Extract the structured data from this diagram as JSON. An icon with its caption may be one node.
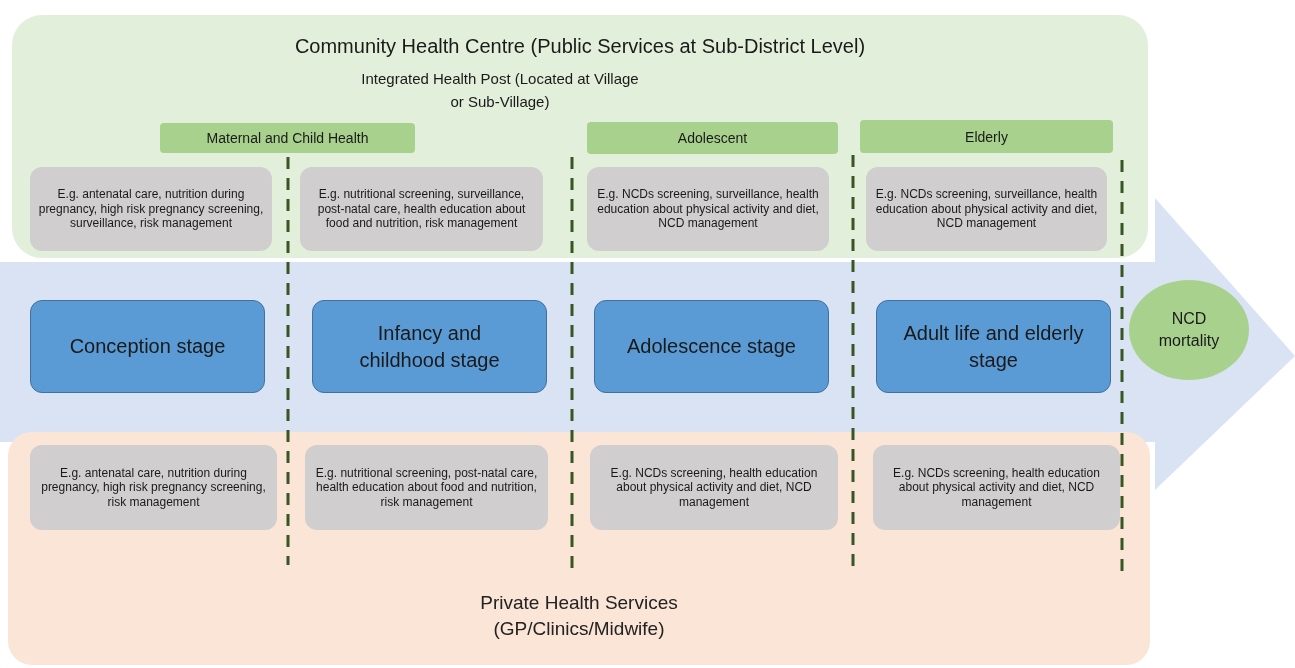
{
  "diagram": {
    "nodes": [
      {
        "text": [
          "Community Health Centre (Public Services at Sub-District Level)",
          "Integrated Health Post (Located at Village or Sub-Village)"
        ]
      },
      {
        "text": [
          "Maternal and Child Health"
        ],
        "in": 0
      },
      {
        "text": [
          "Adolescent"
        ],
        "in": 0
      },
      {
        "text": [
          "Elderly"
        ],
        "in": 0
      },
      {
        "text": [
          "E.g. antenatal care, nutrition during pregnancy, high risk pregnancy screening, surveillance, risk management"
        ],
        "in": 0
      },
      {
        "text": [
          "E.g. nutritional screening, surveillance, post-natal care, health education about food and nutrition, risk management"
        ],
        "in": 0
      },
      {
        "text": [
          "E.g. NCDs screening, surveillance, health education about physical activity and diet, NCD management"
        ],
        "in": 0
      },
      {
        "text": [
          "E.g. NCDs screening, surveillance, health education about physical activity and diet, NCD management"
        ],
        "in": 0
      },
      {
        "text": [],
        "shape": "arrow"
      },
      {
        "text": [
          "Conception stage"
        ],
        "in": 8
      },
      {
        "text": [
          "Infancy and childhood stage"
        ],
        "in": 8
      },
      {
        "text": [
          "Adolescence stage"
        ],
        "in": 8
      },
      {
        "text": [
          "Adult life and elderly stage"
        ],
        "in": 8
      },
      {
        "text": [
          "NCD mortality"
        ],
        "in": 8
      },
      {
        "text": [
          "Private Health Services (GP/Clinics/Midwife)"
        ]
      },
      {
        "text": [
          "E.g. antenatal care, nutrition during pregnancy, high risk pregnancy screening, risk management"
        ],
        "in": 14
      },
      {
        "text": [
          "E.g. nutritional screening, post-natal care, health education about food and nutrition, risk management"
        ],
        "in": 14
      },
      {
        "text": [
          "E.g. NCDs screening, health education about physical activity and diet, NCD management"
        ],
        "in": 14
      },
      {
        "text": [
          "E.g. NCDs screening, health education about physical activity and diet, NCD management"
        ],
        "in": 14
      }
    ]
  }
}
